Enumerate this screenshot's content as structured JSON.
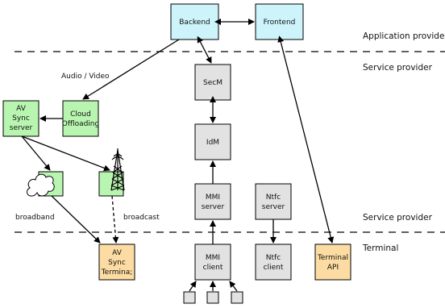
{
  "layers": {
    "application_provider": "Application provider",
    "service_provider_top": "Service provider",
    "service_provider_bottom": "Service provider",
    "terminal": "Terminal"
  },
  "boxes": {
    "backend": "Backend",
    "frontend": "Frontend",
    "secm": "SecM",
    "idm": "IdM",
    "mmi_server": [
      "MMI",
      "server"
    ],
    "ntfc_server": [
      "Ntfc",
      "server"
    ],
    "mmi_client": [
      "MMI",
      "client"
    ],
    "ntfc_client": [
      "Ntfc",
      "client"
    ],
    "terminal_api": [
      "Terminal",
      "API"
    ],
    "av_sync_server": [
      "AV",
      "Sync",
      "server"
    ],
    "cloud_offloading": [
      "Cloud",
      "Offloading"
    ],
    "av_sync_terminal": [
      "AV",
      "Sync",
      "Termina;"
    ]
  },
  "labels": {
    "audio_video": "Audio / Video",
    "broadband": "broadband",
    "broadcast": "broadcast"
  },
  "colors": {
    "cyan": "#cdf4fb",
    "gray": "#e2e2e2",
    "green": "#b8f5b0",
    "orange": "#fcdca2",
    "line": "#000000"
  }
}
